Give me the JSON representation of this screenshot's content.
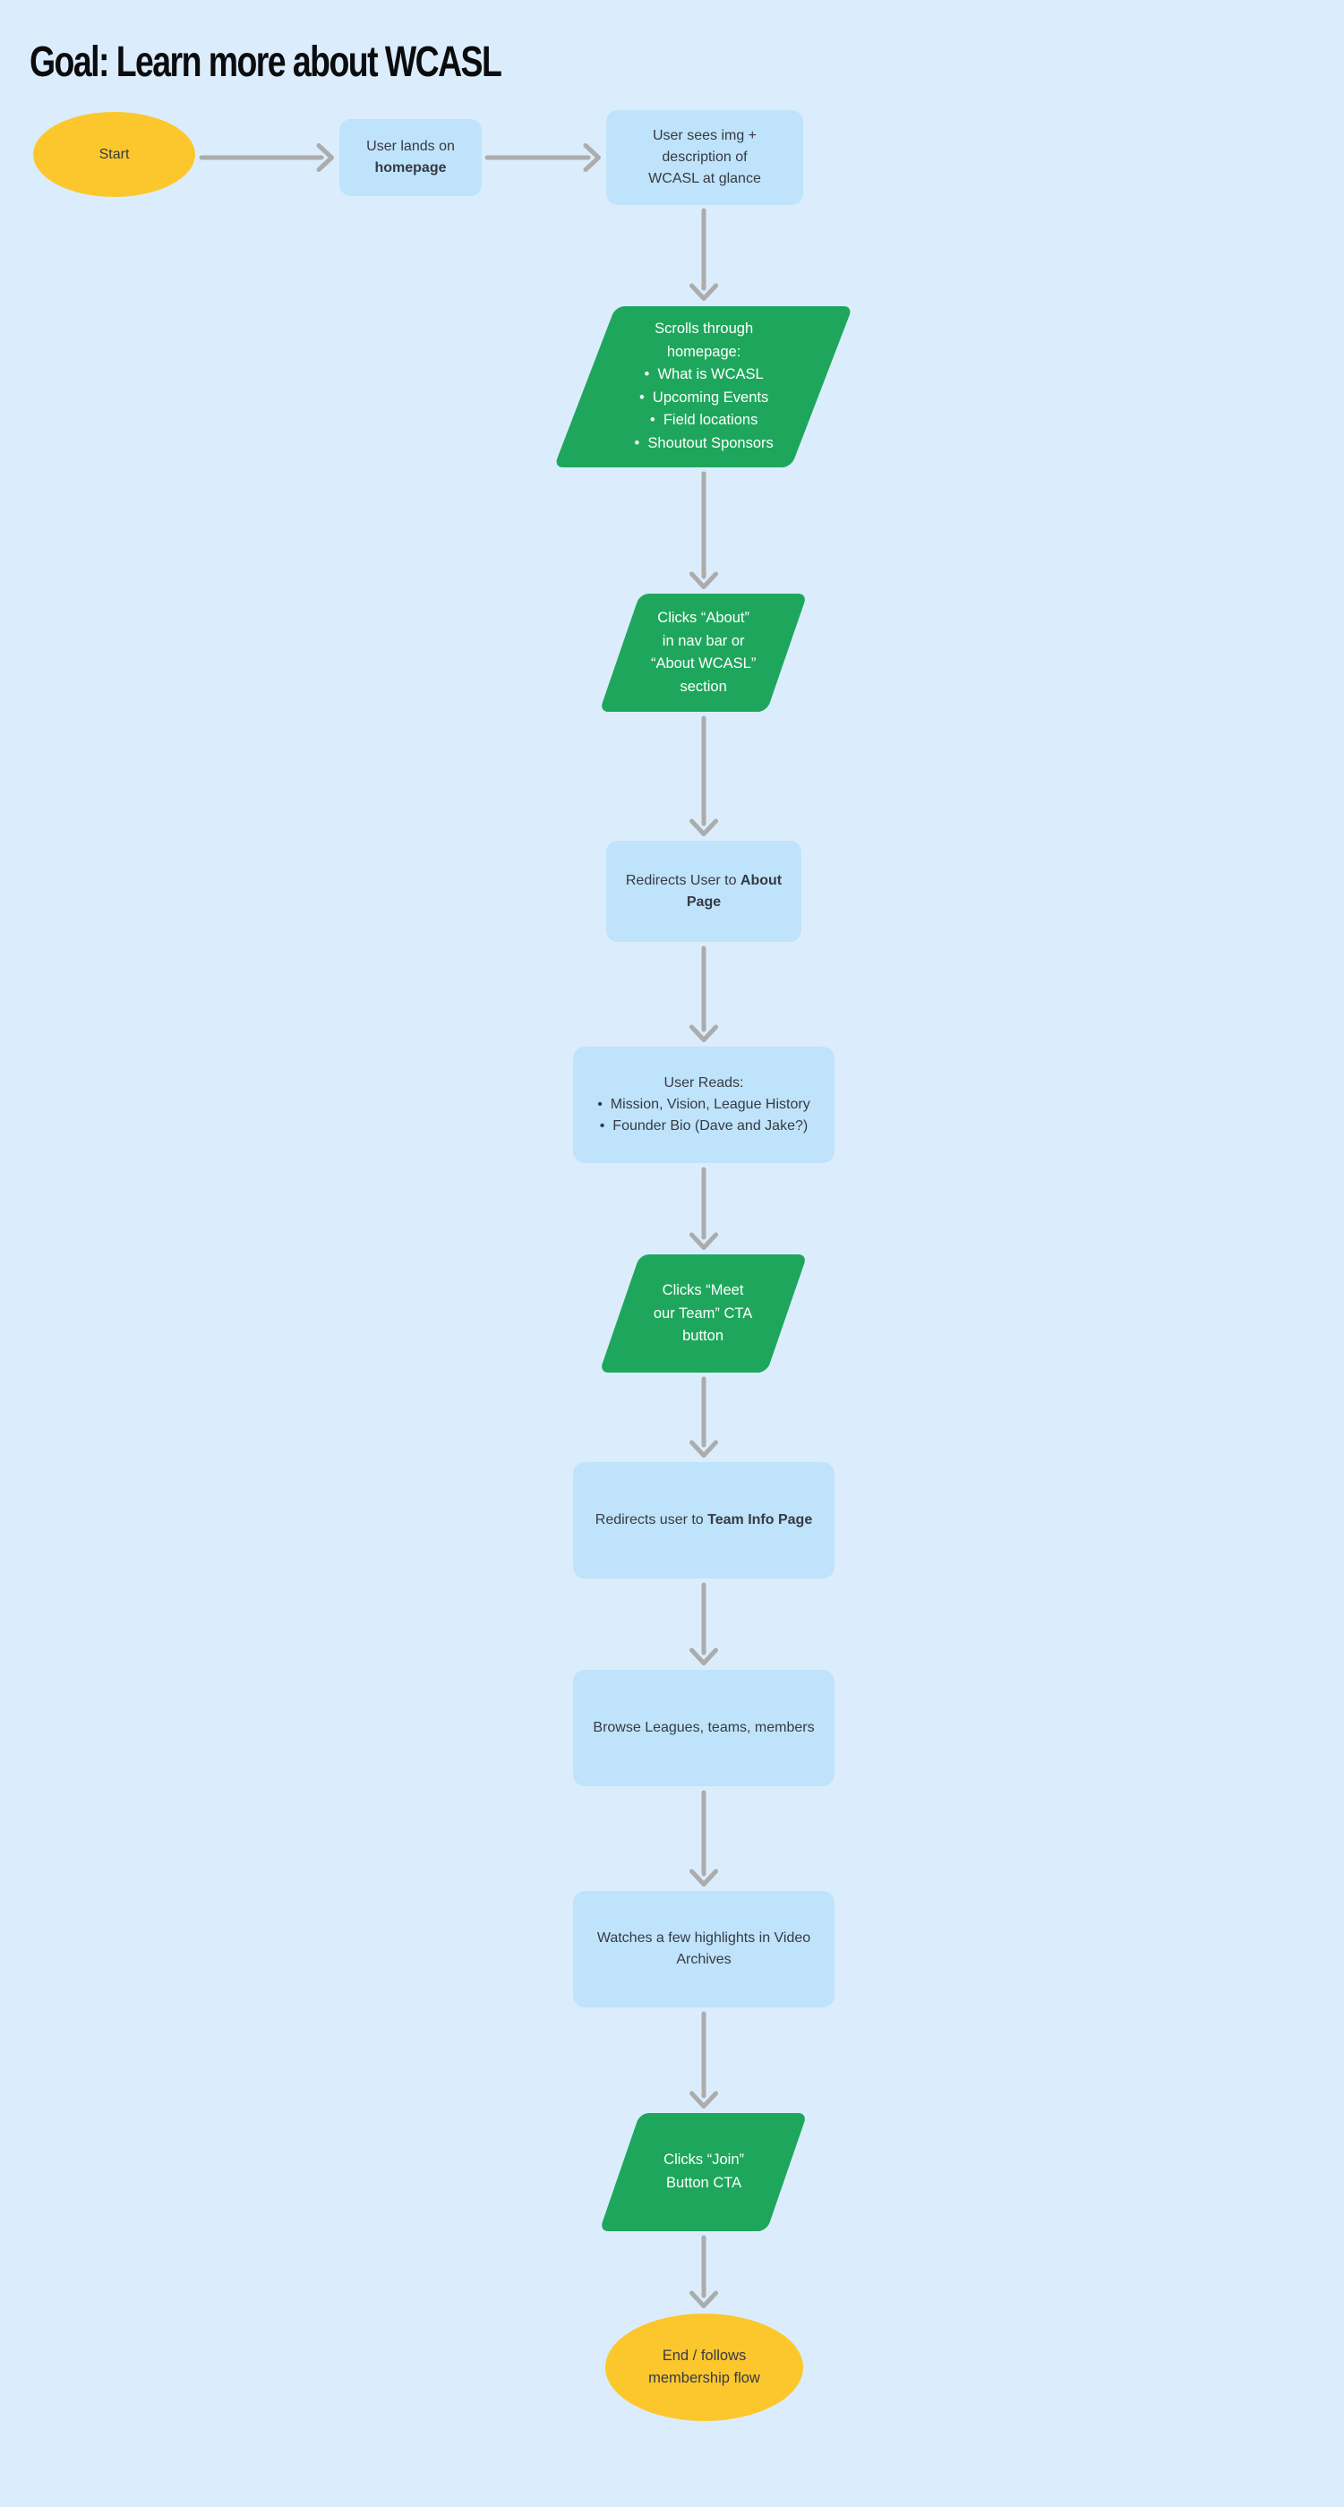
{
  "page": {
    "title": "Goal: Learn more about WCASL"
  },
  "colors": {
    "background": "#dbedfc",
    "process_box": "#bfe3fa",
    "action_parallelogram": "#1ea75c",
    "terminator_ellipse": "#fcc72d",
    "arrow": "#acacac",
    "text_dark": "#363a43",
    "text_light": "#ffffff"
  },
  "flow": {
    "start": {
      "label": "Start"
    },
    "lands_homepage": {
      "prefix": "User lands on",
      "bold": "homepage"
    },
    "sees_overview": {
      "lines": [
        "User sees img +",
        "description of",
        "WCASL at glance"
      ]
    },
    "scrolls_homepage": {
      "heading": "Scrolls through homepage:",
      "bullets": [
        "What is WCASL",
        "Upcoming Events",
        "Field locations",
        "Shoutout Sponsors"
      ]
    },
    "clicks_about": {
      "lines": [
        "Clicks “About”",
        "in nav bar or",
        "“About WCASL”",
        "section"
      ]
    },
    "redirect_about": {
      "prefix": "Redirects User to",
      "bold": "About Page"
    },
    "user_reads": {
      "heading": "User Reads:",
      "bullets": [
        "Mission, Vision, League History",
        "Founder Bio (Dave and Jake?)"
      ]
    },
    "clicks_meet_team": {
      "lines": [
        "Clicks “Meet",
        "our Team” CTA",
        "button"
      ]
    },
    "redirect_team_info": {
      "prefix": "Redirects user to",
      "bold": "Team Info Page"
    },
    "browse": {
      "label": "Browse Leagues, teams, members"
    },
    "watches_highlights": {
      "lines": [
        "Watches a few highlights in Video",
        "Archives"
      ]
    },
    "clicks_join": {
      "lines": [
        "Clicks “Join”",
        "Button CTA"
      ]
    },
    "end": {
      "lines": [
        "End / follows",
        "membership flow"
      ]
    }
  }
}
